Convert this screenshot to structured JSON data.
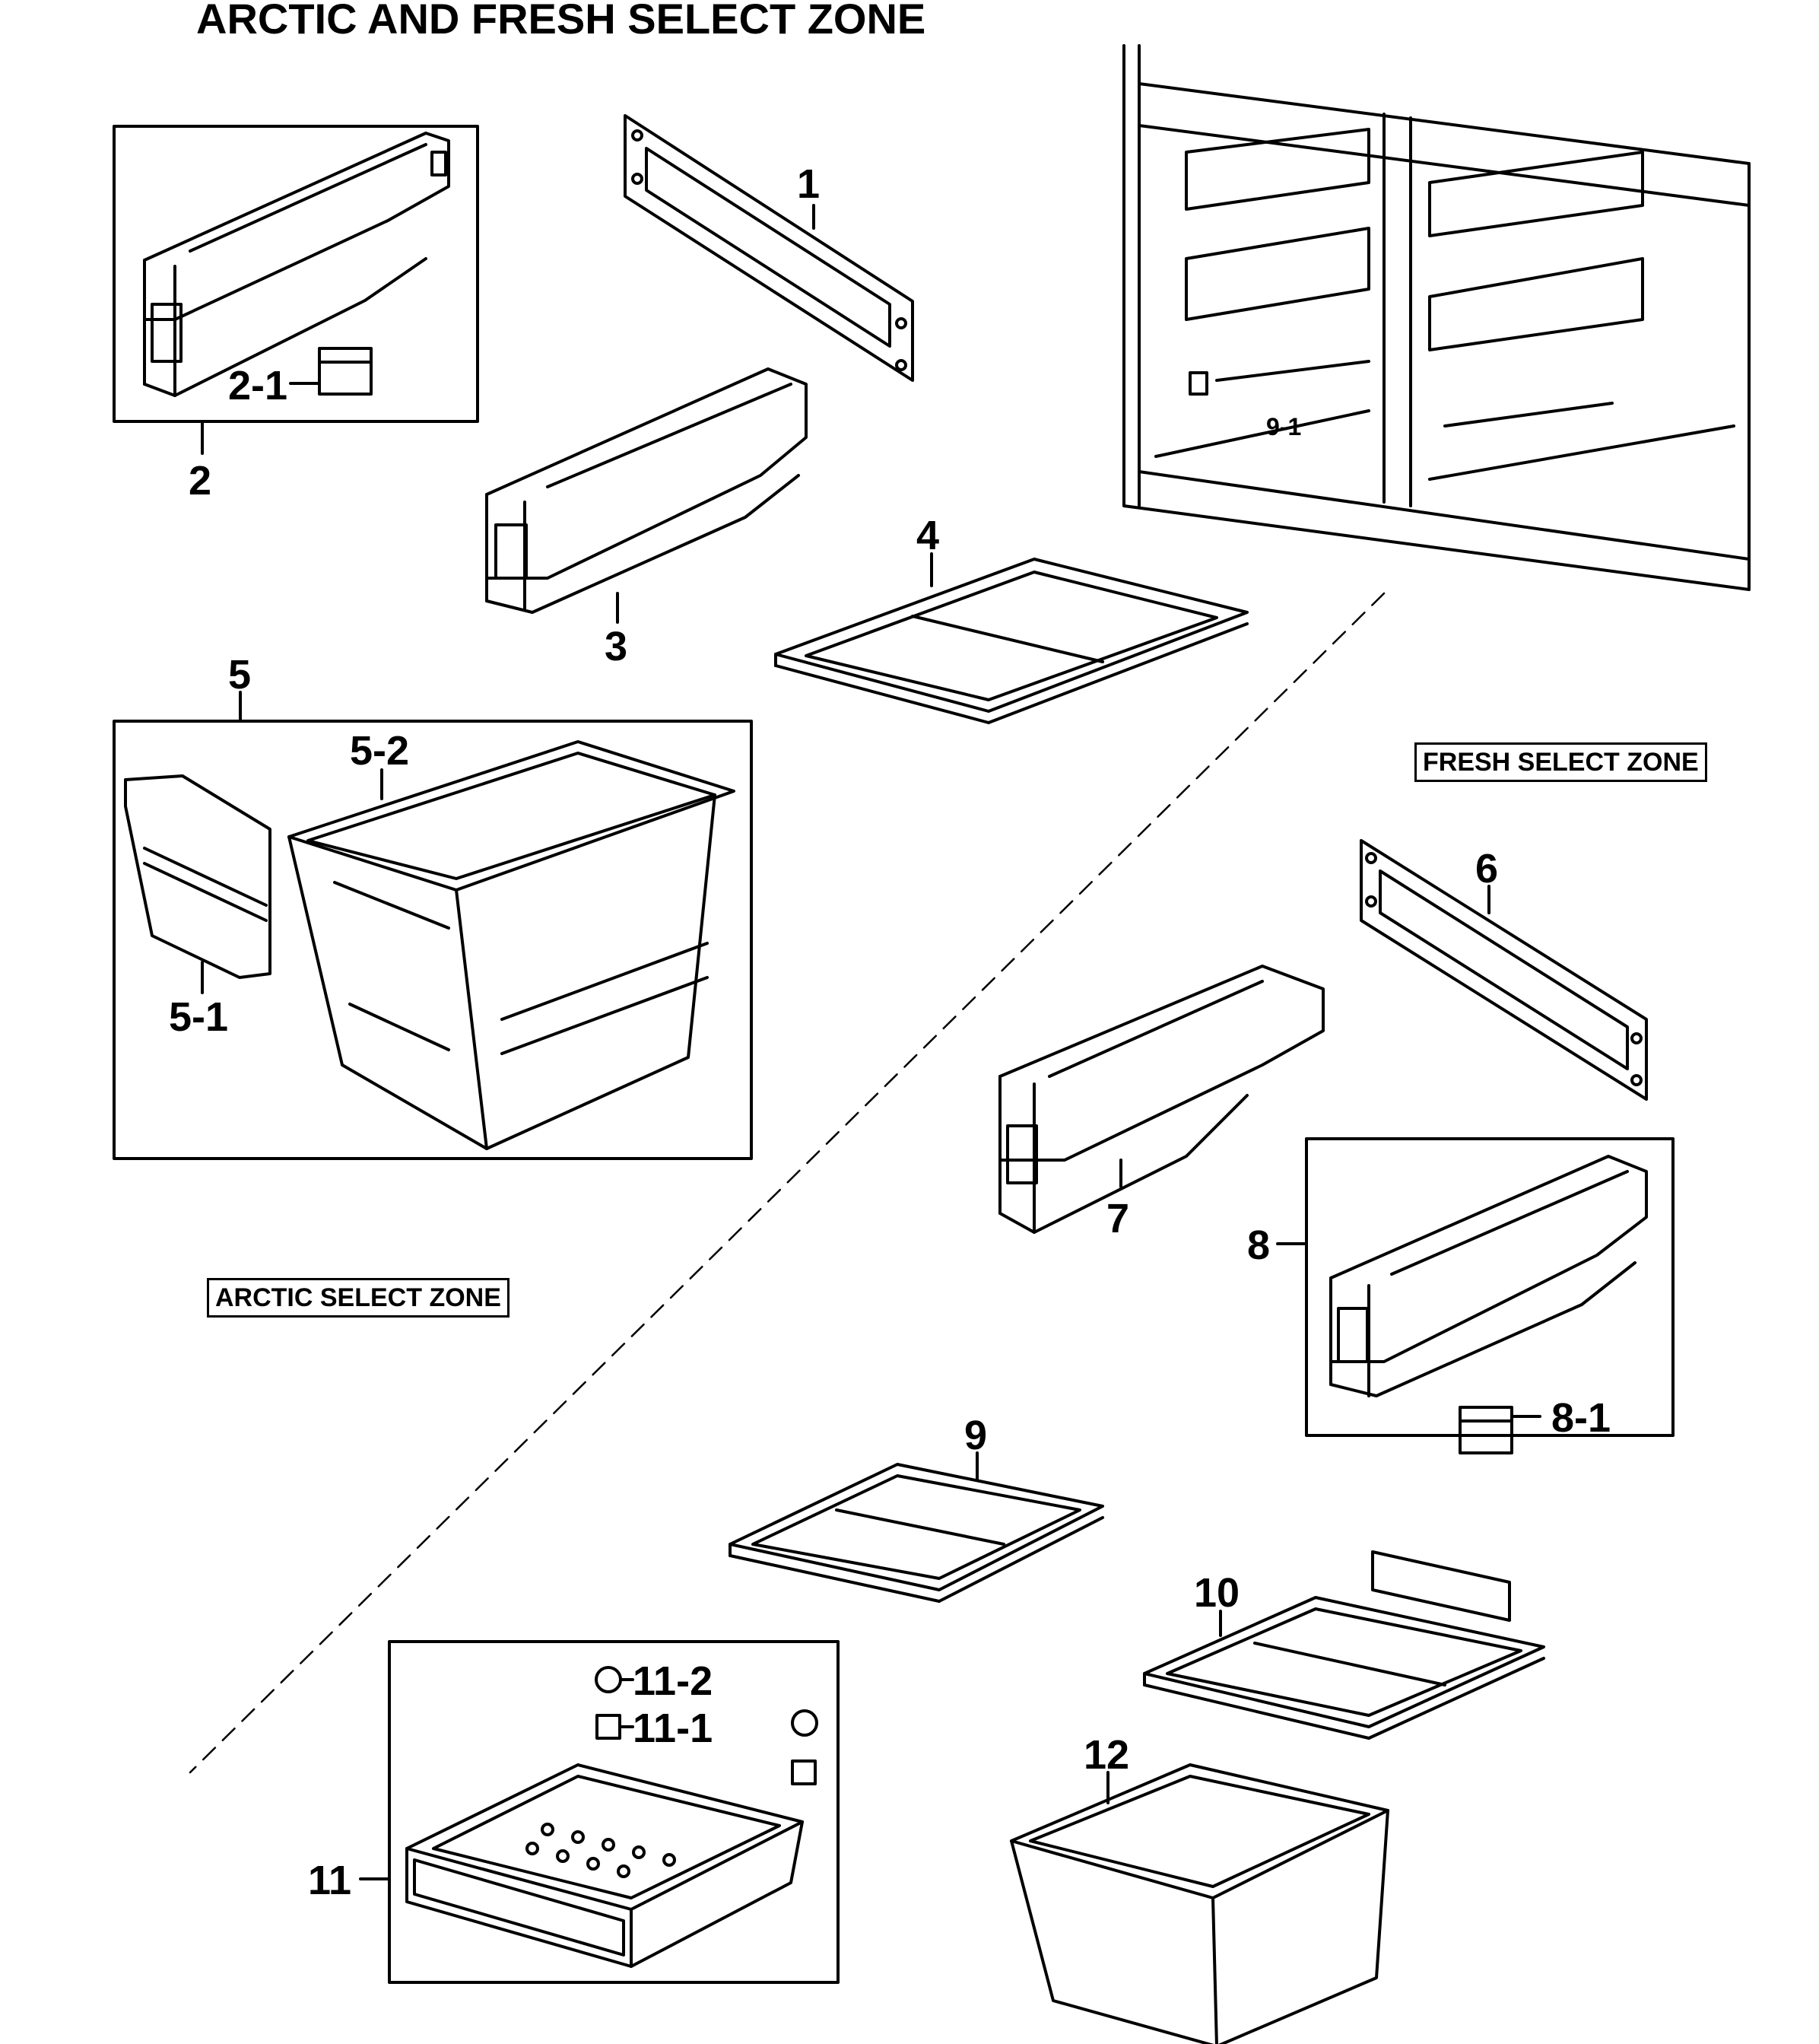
{
  "title": "ARCTIC AND FRESH SELECT ZONE",
  "zones": {
    "fresh": "FRESH SELECT ZONE",
    "arctic": "ARCTIC SELECT ZONE"
  },
  "labels": {
    "p1": "1",
    "p2": "2",
    "p2_1": "2-1",
    "p3": "3",
    "p4": "4",
    "p5": "5",
    "p5_1": "5-1",
    "p5_2": "5-2",
    "p6": "6",
    "p7": "7",
    "p8": "8",
    "p8_1": "8-1",
    "p9": "9",
    "p9_1": "9-1",
    "p10": "10",
    "p11": "11",
    "p11_1": "11-1",
    "p11_2": "11-2",
    "p12": "12"
  }
}
